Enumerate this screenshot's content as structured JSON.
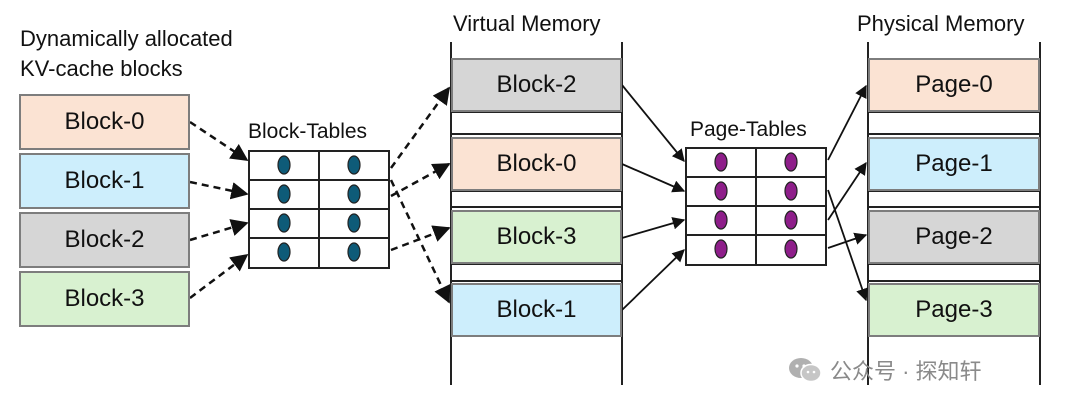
{
  "kv_blocks": {
    "title_line1": "Dynamically allocated",
    "title_line2": "KV-cache blocks",
    "items": [
      {
        "label": "Block-0",
        "color": "#fbe3d3"
      },
      {
        "label": "Block-1",
        "color": "#cdeefc"
      },
      {
        "label": "Block-2",
        "color": "#d6d6d6"
      },
      {
        "label": "Block-3",
        "color": "#d8f1d0"
      }
    ]
  },
  "block_tables": {
    "title": "Block-Tables",
    "dot_color": "#0e5b78"
  },
  "virtual_memory": {
    "title": "Virtual Memory",
    "items": [
      {
        "label": "Block-2",
        "color": "#d6d6d6"
      },
      {
        "label": "Block-0",
        "color": "#fbe3d3"
      },
      {
        "label": "Block-3",
        "color": "#d8f1d0"
      },
      {
        "label": "Block-1",
        "color": "#cdeefc"
      }
    ]
  },
  "page_tables": {
    "title": "Page-Tables",
    "dot_color": "#8e1e8a"
  },
  "physical_memory": {
    "title": "Physical Memory",
    "items": [
      {
        "label": "Page-0",
        "color": "#fbe3d3"
      },
      {
        "label": "Page-1",
        "color": "#cdeefc"
      },
      {
        "label": "Page-2",
        "color": "#d6d6d6"
      },
      {
        "label": "Page-3",
        "color": "#d8f1d0"
      }
    ]
  },
  "watermark": {
    "text": "公众号 · 探知轩"
  }
}
